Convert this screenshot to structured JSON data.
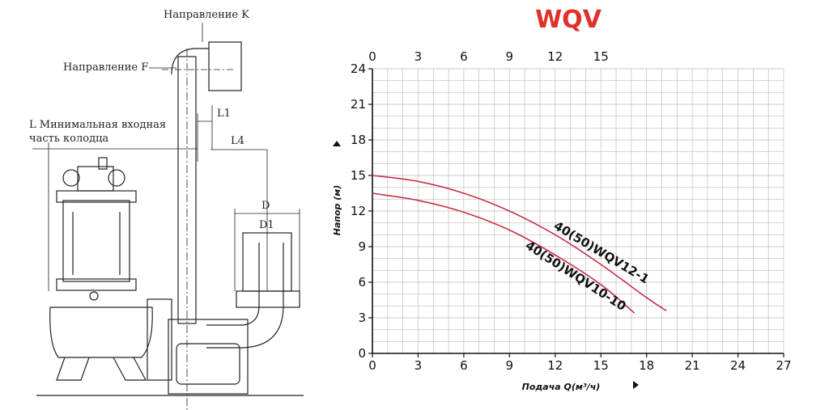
{
  "drawing": {
    "direction_k": "Направление K",
    "direction_f": "Направление F",
    "min_inlet_line1": "L Минимальная входная",
    "min_inlet_line2": "часть колодца",
    "l1": "L1",
    "l4": "L4",
    "d": "D",
    "d1": "D1"
  },
  "colors": {
    "brand": "#e0302a",
    "curve": "#c8304a",
    "grid": "#bdbdbd",
    "axis": "#111111"
  },
  "chart_data": {
    "type": "line",
    "title": "WQV",
    "xlabel": "Подача Q(м³/ч)",
    "ylabel": "Напор (м)",
    "xlim": [
      0,
      27
    ],
    "ylim": [
      0,
      24
    ],
    "x_ticks": [
      0,
      3,
      6,
      9,
      12,
      15,
      18,
      21,
      24,
      27
    ],
    "y_ticks": [
      0,
      3,
      6,
      9,
      12,
      15,
      18,
      21,
      24
    ],
    "top_x_ticks": [
      0,
      3,
      6,
      9,
      12,
      15
    ],
    "grid": true,
    "series": [
      {
        "name": "40(50)WQV12-1",
        "x": [
          0,
          3,
          6,
          9,
          12,
          15,
          18,
          19.3
        ],
        "y": [
          15,
          14.5,
          13.5,
          12,
          10,
          7.5,
          4.7,
          3.6
        ]
      },
      {
        "name": "40(50)WQV10-10",
        "x": [
          0,
          3,
          6,
          9,
          12,
          15,
          17.2
        ],
        "y": [
          13.5,
          12.9,
          11.9,
          10.4,
          8.3,
          5.8,
          3.4
        ]
      }
    ]
  }
}
